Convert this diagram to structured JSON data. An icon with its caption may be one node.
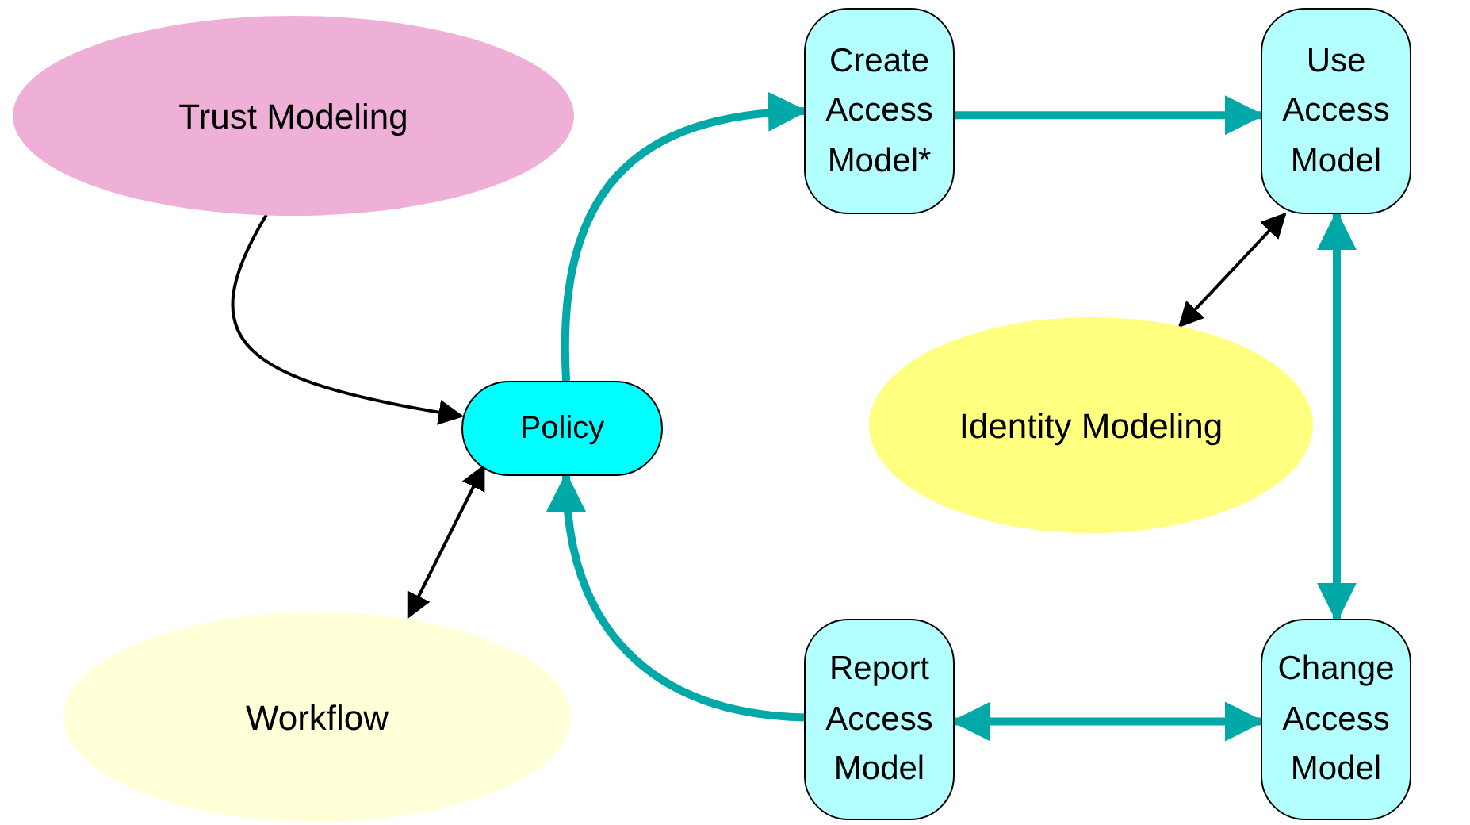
{
  "diagram": {
    "nodes": [
      {
        "text": [
          "Trust Modeling"
        ]
      },
      {
        "text": [
          "Policy"
        ]
      },
      {
        "text": [
          "Create Access Model*"
        ]
      },
      {
        "text": [
          "Use Access Model"
        ]
      },
      {
        "text": [
          "Identity Modeling"
        ]
      },
      {
        "text": [
          "Workflow"
        ]
      },
      {
        "text": [
          "Report Access Model"
        ]
      },
      {
        "text": [
          "Change Access Model"
        ]
      }
    ],
    "edges": [
      {
        "from": 0,
        "to": 1,
        "arrow": "to",
        "color": "#000000"
      },
      {
        "from": 1,
        "to": 2,
        "arrow": "to"
      },
      {
        "from": 2,
        "to": 3,
        "arrow": "to"
      },
      {
        "from": 4,
        "to": 3,
        "arrow": "both",
        "color": "#000000"
      },
      {
        "from": 3,
        "to": 7,
        "arrow": "both"
      },
      {
        "from": 6,
        "to": 7,
        "arrow": "both"
      },
      {
        "from": 6,
        "to": 1,
        "arrow": "to"
      },
      {
        "from": 5,
        "to": 1,
        "arrow": "both",
        "color": "#000000"
      }
    ]
  }
}
